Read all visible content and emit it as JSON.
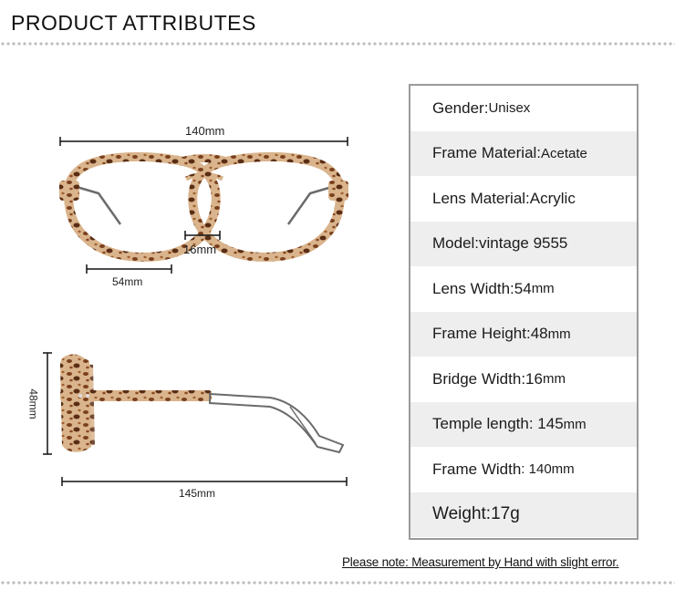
{
  "header": {
    "title": "PRODUCT ATTRIBUTES"
  },
  "dimensions": {
    "front_width": "140mm",
    "bridge": "16mm",
    "lens_width": "54mm",
    "lens_height": "48mm",
    "temple_length": "145mm"
  },
  "specs": [
    {
      "label": "Gender: ",
      "value": "Unisex",
      "value_big": false
    },
    {
      "label": "Frame Material: ",
      "value": "Acetate",
      "value_big": false
    },
    {
      "label": "Lens Material:",
      "value": "Acrylic",
      "value_big": true
    },
    {
      "label": "Model: ",
      "value": "vintage 9555",
      "value_big": true
    },
    {
      "label": "Lens Width:54",
      "value": "mm",
      "value_big": false
    },
    {
      "label": "Frame Height:48",
      "value": "mm",
      "value_big": false
    },
    {
      "label": "Bridge Width:16",
      "value": "mm",
      "value_big": false
    },
    {
      "label": "Temple length: 145",
      "value": "mm",
      "value_big": false
    },
    {
      "label": "Frame Width",
      "value": ": 140mm",
      "value_big": false
    },
    {
      "label": "Weight:17g",
      "value": "",
      "value_big": false
    }
  ],
  "footer": {
    "note": "Please note: Measurement by Hand with slight error."
  },
  "colors": {
    "tortoise_light": "#d9b48c",
    "tortoise_dark": "#5a2d14",
    "metal": "#6b6b6b"
  }
}
